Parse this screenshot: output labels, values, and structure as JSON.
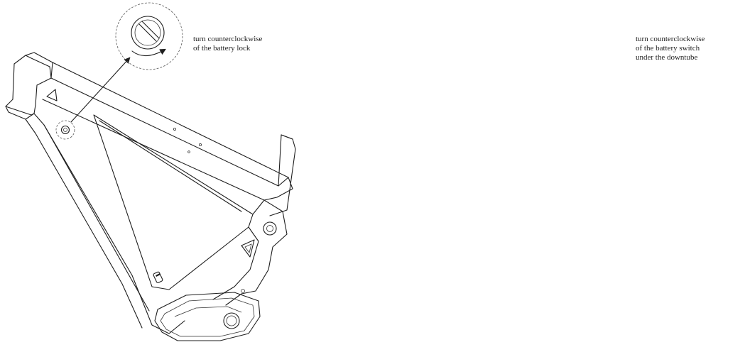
{
  "diagram": {
    "steps": [
      {
        "caption_lines": [
          "turn counterclockwise",
          "of the battery lock"
        ],
        "detail_icon": "battery-lock-key-icon",
        "frame_state": "battery-installed"
      },
      {
        "caption_lines": [
          "turn counterclockwise",
          "of the battery switch",
          "under the downtube"
        ],
        "detail_icon": "battery-switch-lever-icon",
        "frame_state": "battery-released"
      }
    ],
    "transition_icon": "right-arrow-icon",
    "colors": {
      "line": "#1e1e1e",
      "background": "#ffffff"
    }
  }
}
